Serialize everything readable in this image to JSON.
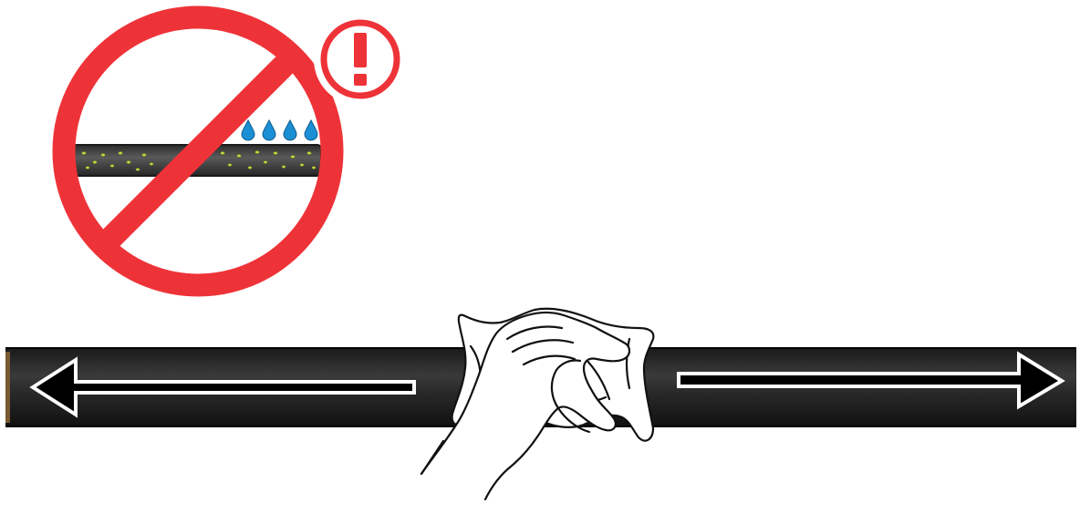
{
  "illustration": {
    "prohibition": {
      "meaning": "do-not-apply-liquid-to-dirty-roller",
      "symbol_color": "#EE3338",
      "warning_mark": "!"
    },
    "roller": {
      "color": "#2A2A2A",
      "debris_color": "#C8D845"
    },
    "droplets": {
      "count": 4,
      "color": "#1B8FD4"
    },
    "cleaning": {
      "direction": "wipe-along-full-length-both-directions",
      "arrow_directions": [
        "left",
        "right"
      ],
      "cloth_color": "#FFFFFF"
    }
  }
}
